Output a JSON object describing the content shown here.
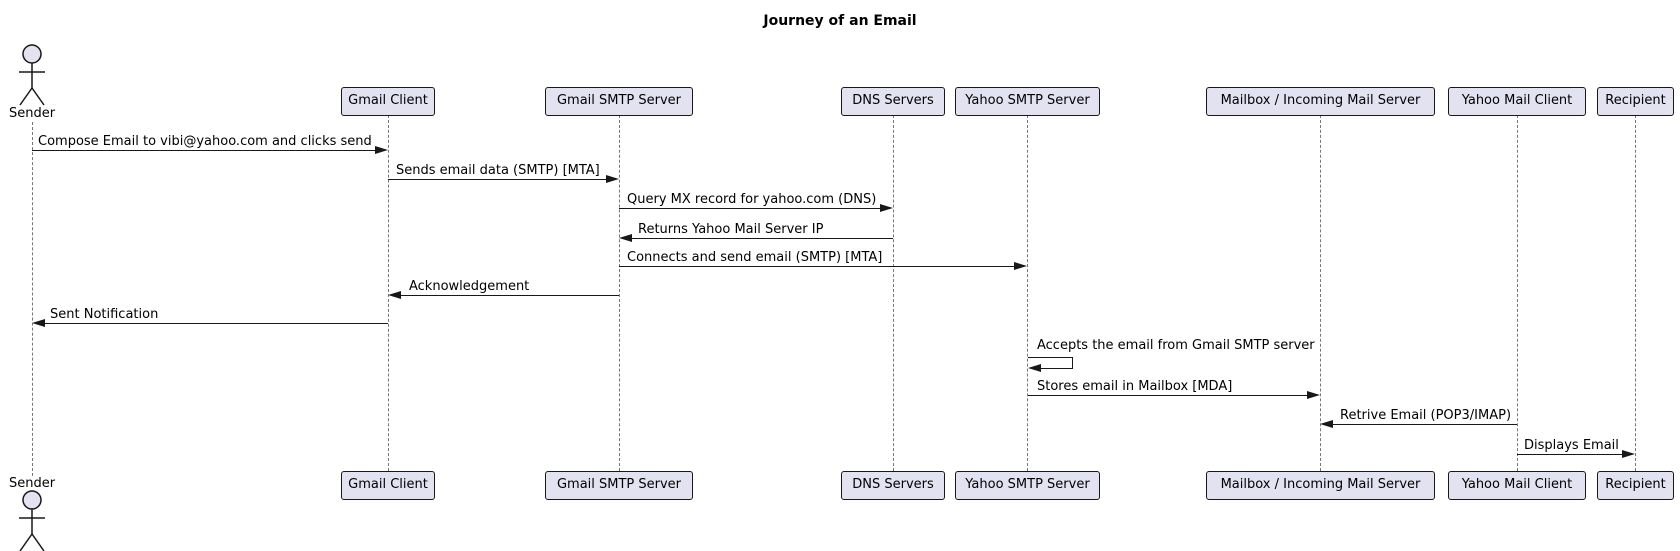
{
  "diagram": {
    "type": "sequence",
    "title": "Journey of an Email"
  },
  "colors": {
    "participant_fill": "#E2E2F0",
    "participant_border": "#181818",
    "message_line": "#181818",
    "lifeline": "#777777",
    "text": "#000000",
    "background": "#ffffff"
  },
  "participants": [
    {
      "id": "sender",
      "label": "Sender",
      "type": "actor"
    },
    {
      "id": "gmail-client",
      "label": "Gmail Client",
      "type": "box"
    },
    {
      "id": "gmail-smtp-server",
      "label": "Gmail SMTP Server",
      "type": "box"
    },
    {
      "id": "dns-servers",
      "label": "DNS Servers",
      "type": "box"
    },
    {
      "id": "yahoo-smtp-server",
      "label": "Yahoo SMTP Server",
      "type": "box"
    },
    {
      "id": "mailbox-incoming-mail-server",
      "label": "Mailbox / Incoming Mail Server",
      "type": "box"
    },
    {
      "id": "yahoo-mail-client",
      "label": "Yahoo Mail Client",
      "type": "box"
    },
    {
      "id": "recipient",
      "label": "Recipient",
      "type": "box"
    }
  ],
  "messages": [
    {
      "from": "Sender",
      "to": "Gmail Client",
      "text": "Compose Email to vibi@yahoo.com and clicks send"
    },
    {
      "from": "Gmail Client",
      "to": "Gmail SMTP Server",
      "text": "Sends email data (SMTP) [MTA]"
    },
    {
      "from": "Gmail SMTP Server",
      "to": "DNS Servers",
      "text": "Query MX record for yahoo.com (DNS)"
    },
    {
      "from": "DNS Servers",
      "to": "Gmail SMTP Server",
      "text": "Returns Yahoo Mail Server IP"
    },
    {
      "from": "Gmail SMTP Server",
      "to": "Yahoo SMTP Server",
      "text": "Connects and send email (SMTP) [MTA]"
    },
    {
      "from": "Gmail SMTP Server",
      "to": "Gmail Client",
      "text": "Acknowledgement"
    },
    {
      "from": "Gmail Client",
      "to": "Sender",
      "text": "Sent Notification"
    },
    {
      "from": "Yahoo SMTP Server",
      "to": "Yahoo SMTP Server",
      "text": "Accepts the email from Gmail SMTP server"
    },
    {
      "from": "Yahoo SMTP Server",
      "to": "Mailbox / Incoming Mail Server",
      "text": "Stores email in Mailbox [MDA]"
    },
    {
      "from": "Yahoo Mail Client",
      "to": "Mailbox / Incoming Mail Server",
      "text": "Retrive Email (POP3/IMAP)"
    },
    {
      "from": "Yahoo Mail Client",
      "to": "Recipient",
      "text": "Displays Email"
    }
  ]
}
